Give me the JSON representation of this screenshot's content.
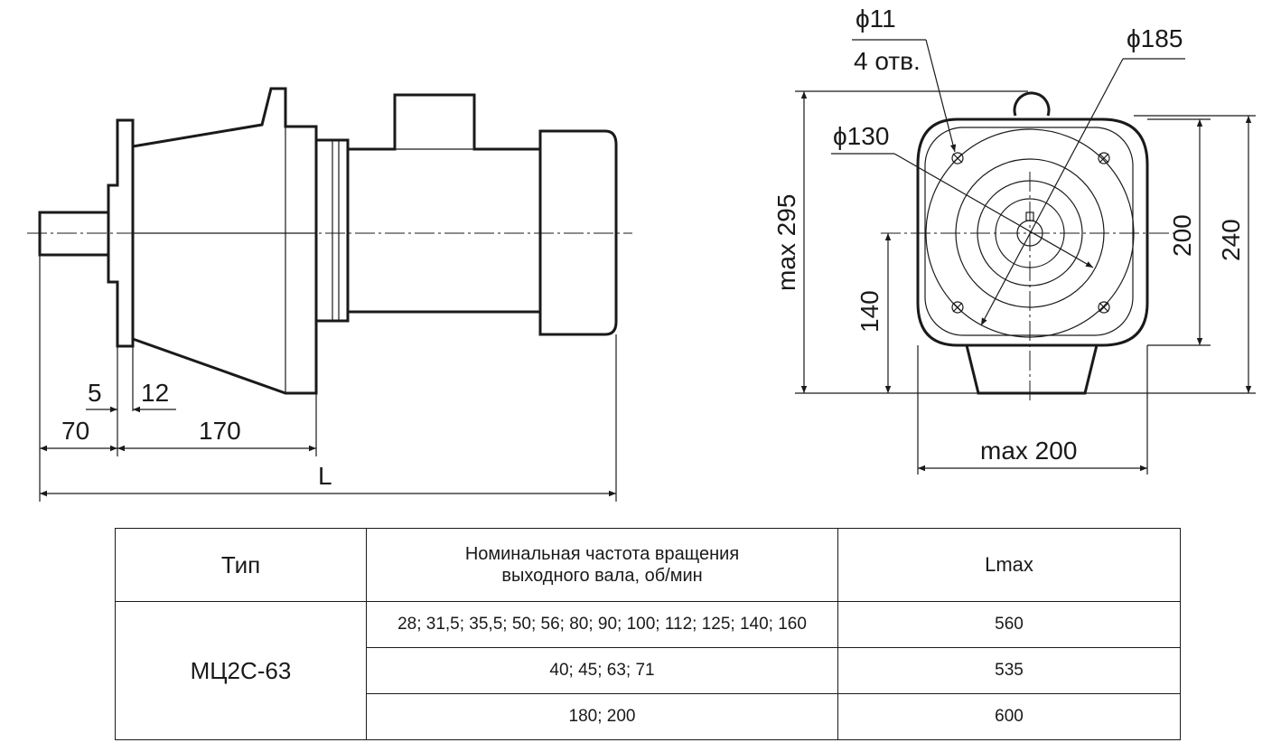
{
  "drawing": {
    "side_view": {
      "dims": {
        "d5": "5",
        "d12": "12",
        "d70": "70",
        "d170": "170",
        "dL": "L"
      }
    },
    "front_view": {
      "dims": {
        "hole_dia": "ϕ11",
        "hole_count": "4 отв.",
        "d185": "ϕ185",
        "d130": "ϕ130",
        "max295": "max 295",
        "d140": "140",
        "d200": "200",
        "d240": "240",
        "max200": "max 200"
      }
    }
  },
  "table": {
    "headers": {
      "type": "Тип",
      "speed_line1": "Номинальная частота вращения",
      "speed_line2": "выходного вала, об/мин",
      "lmax": "Lmax"
    },
    "type_value": "МЦ2С-63",
    "rows": [
      {
        "speeds": "28; 31,5; 35,5; 50; 56; 80; 90; 100; 112; 125; 140; 160",
        "lmax": "560"
      },
      {
        "speeds": "40; 45; 63; 71",
        "lmax": "535"
      },
      {
        "speeds": "180; 200",
        "lmax": "600"
      }
    ]
  }
}
